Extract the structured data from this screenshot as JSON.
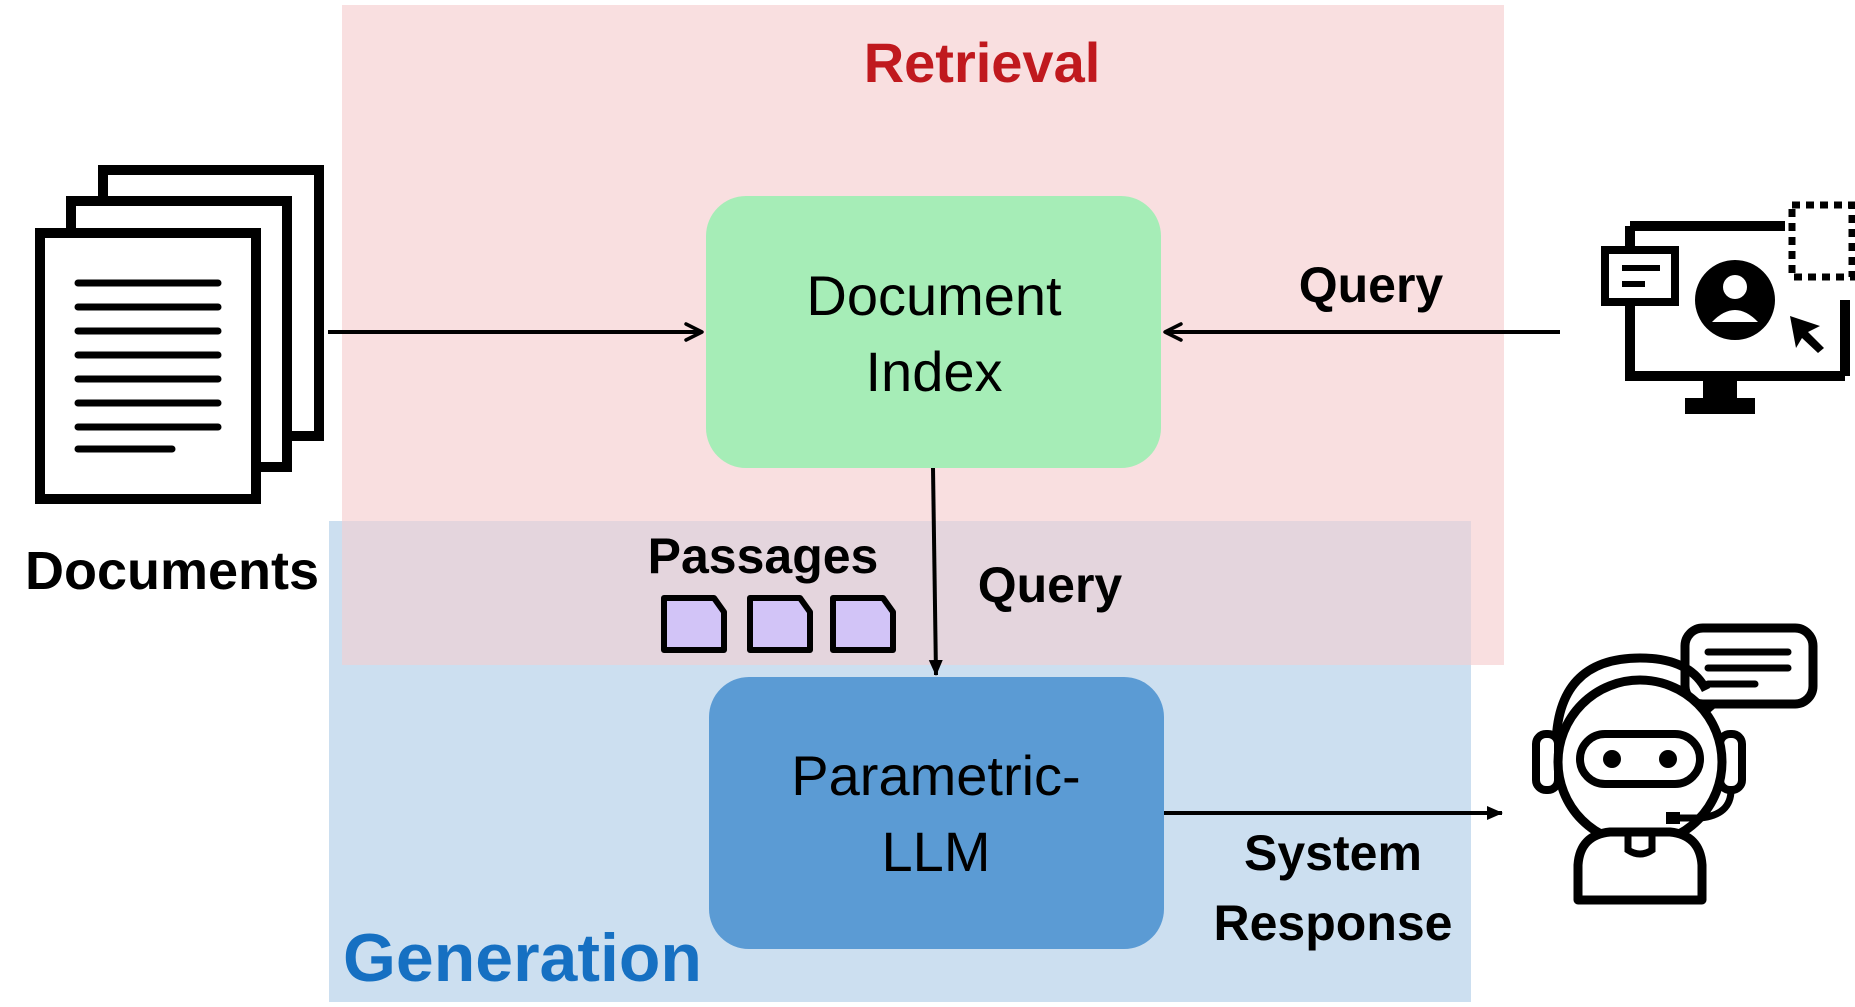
{
  "regions": {
    "retrieval_label": "Retrieval",
    "generation_label": "Generation"
  },
  "nodes": {
    "document_index": [
      "Document",
      "Index"
    ],
    "parametric_llm": [
      "Parametric-",
      "LLM"
    ]
  },
  "labels": {
    "documents": "Documents",
    "query_top": "Query",
    "query_mid": "Query",
    "passages": "Passages",
    "system_response": [
      "System",
      "Response"
    ]
  },
  "colors": {
    "retrieval_region": "#f9dfe0",
    "generation_region": "#ccdff0",
    "overlap_region": "#e4d5dd",
    "retrieval_label": "#c0191e",
    "generation_label": "#1670c2",
    "document_index_fill": "#a6edb7",
    "parametric_llm_fill": "#5b9bd4",
    "passage_fill": "#d2c4f7",
    "ink": "#000000"
  },
  "icons": {
    "documents": "document-stack-icon",
    "user": "computer-user-icon",
    "passages": "passage-card-icon",
    "assistant": "chatbot-headset-icon"
  }
}
